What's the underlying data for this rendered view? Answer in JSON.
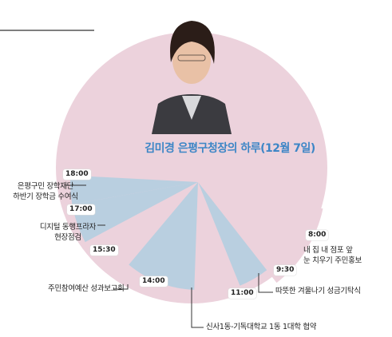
{
  "title": "김미경 은평구청장의 하루(12월 7일)",
  "colors": {
    "pink": "#ecd2dc",
    "blue": "#b9cfe0",
    "title_blue": "#3d86c6",
    "line": "#333333"
  },
  "photo": {
    "subject": "portrait-of-woman"
  },
  "schedule": [
    {
      "time": "8:00",
      "label": "내 집 내 점포 앞\n눈 치우기 주민홍보"
    },
    {
      "time": "9:30",
      "label": "따뜻한 겨울나기 성금기탁식"
    },
    {
      "time": "11:00",
      "label": "신사1동-기독대학교 1동 1대학 협약"
    },
    {
      "time": "14:00",
      "label": "주민참여예산 성과보고회"
    },
    {
      "time": "15:30",
      "label": "디지털 동행프라자\n현장점검"
    },
    {
      "time": "17:00",
      "label": ""
    },
    {
      "time": "18:00",
      "label": "은평구민 장학재단\n하반기 장학금 수여식"
    }
  ]
}
